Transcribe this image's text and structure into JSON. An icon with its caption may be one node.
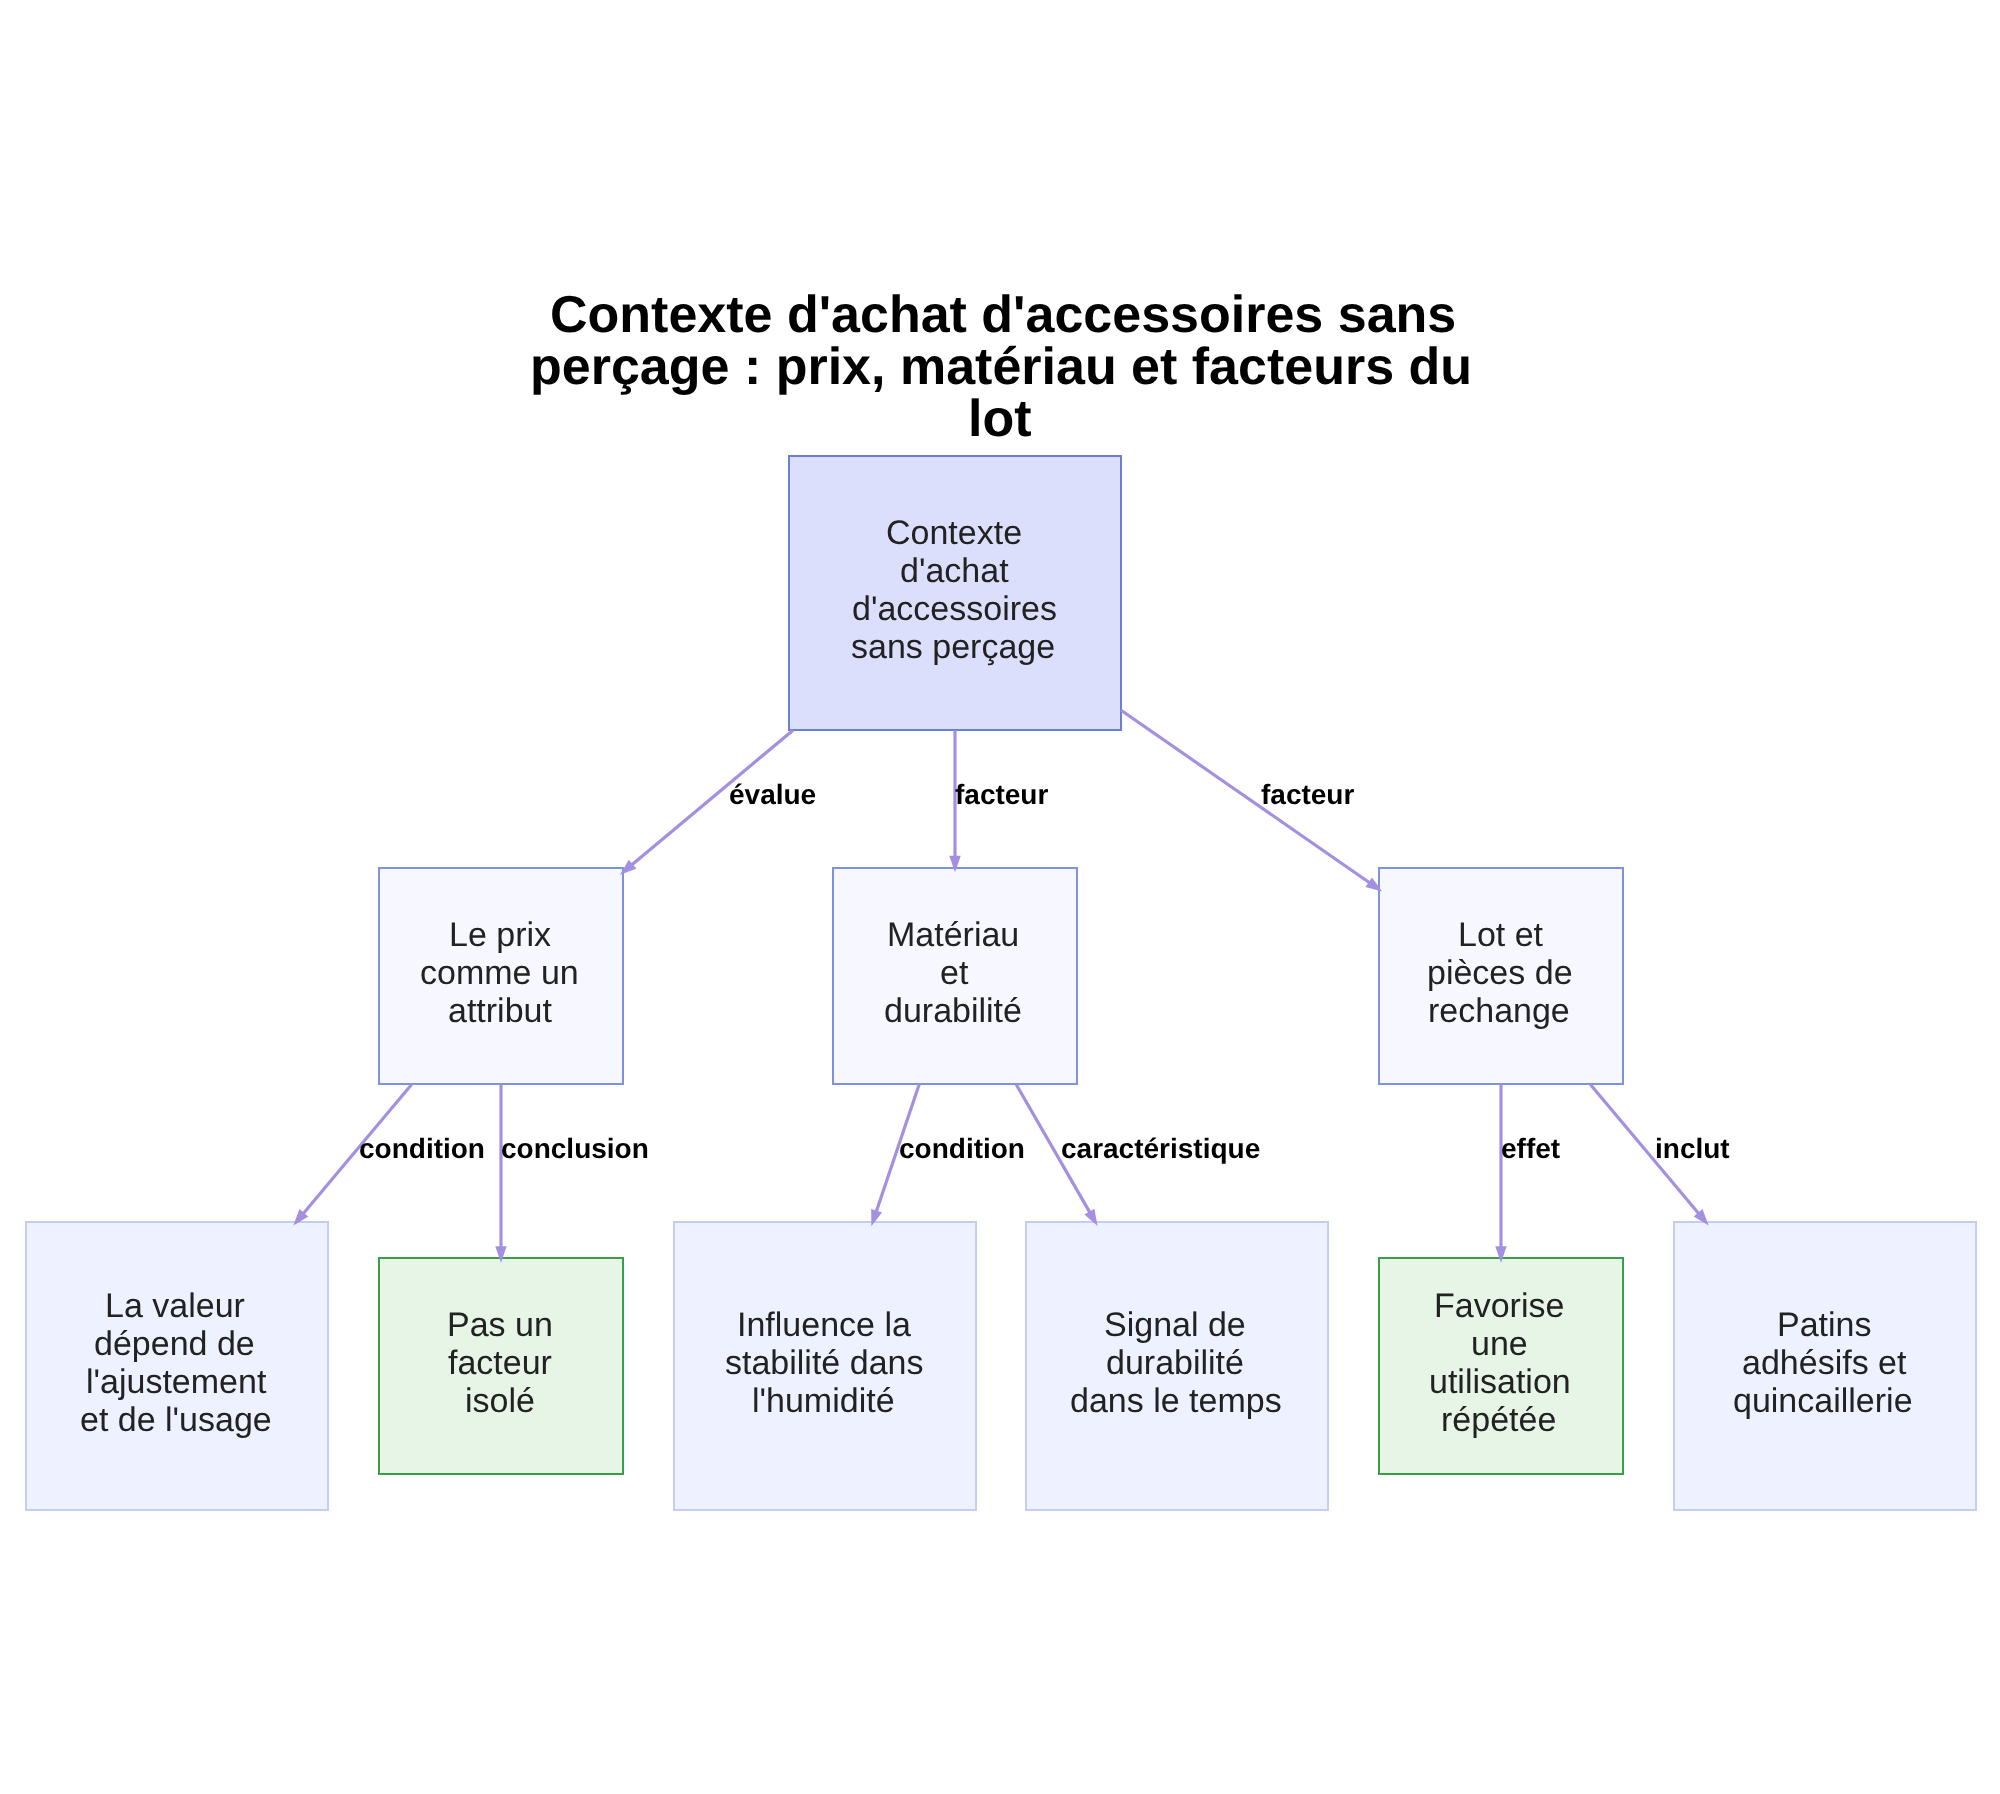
{
  "diagram": {
    "title": "Contexte d'achat d'accessoires sans perçage : prix, matériau et facteurs du lot",
    "nodes": [
      {
        "text": [
          "Contexte d'achat d'accessoires sans perçage"
        ]
      },
      {
        "text": [
          "Le prix comme un attribut"
        ]
      },
      {
        "text": [
          "Matériau et durabilité"
        ]
      },
      {
        "text": [
          "Lot et pièces de rechange"
        ]
      },
      {
        "text": [
          "La valeur dépend de l'ajustement et de l'usage"
        ]
      },
      {
        "text": [
          "Pas un facteur isolé"
        ]
      },
      {
        "text": [
          "Influence la stabilité dans l'humidité"
        ]
      },
      {
        "text": [
          "Signal de durabilité dans le temps"
        ]
      },
      {
        "text": [
          "Favorise une utilisation répétée"
        ]
      },
      {
        "text": [
          "Patins adhésifs et quincaillerie"
        ]
      }
    ],
    "edges": [
      {
        "from": 0,
        "to": 1,
        "arrow": "to",
        "label": "évalue"
      },
      {
        "from": 0,
        "to": 2,
        "arrow": "to",
        "label": "facteur"
      },
      {
        "from": 0,
        "to": 3,
        "arrow": "to",
        "label": "facteur"
      },
      {
        "from": 1,
        "to": 4,
        "arrow": "to",
        "label": "condition"
      },
      {
        "from": 1,
        "to": 5,
        "arrow": "to",
        "label": "conclusion"
      },
      {
        "from": 2,
        "to": 6,
        "arrow": "to",
        "label": "condition"
      },
      {
        "from": 2,
        "to": 7,
        "arrow": "to",
        "label": "caractéristique"
      },
      {
        "from": 3,
        "to": 8,
        "arrow": "to",
        "label": "effet"
      },
      {
        "from": 3,
        "to": 9,
        "arrow": "to",
        "label": "inclut"
      }
    ]
  }
}
